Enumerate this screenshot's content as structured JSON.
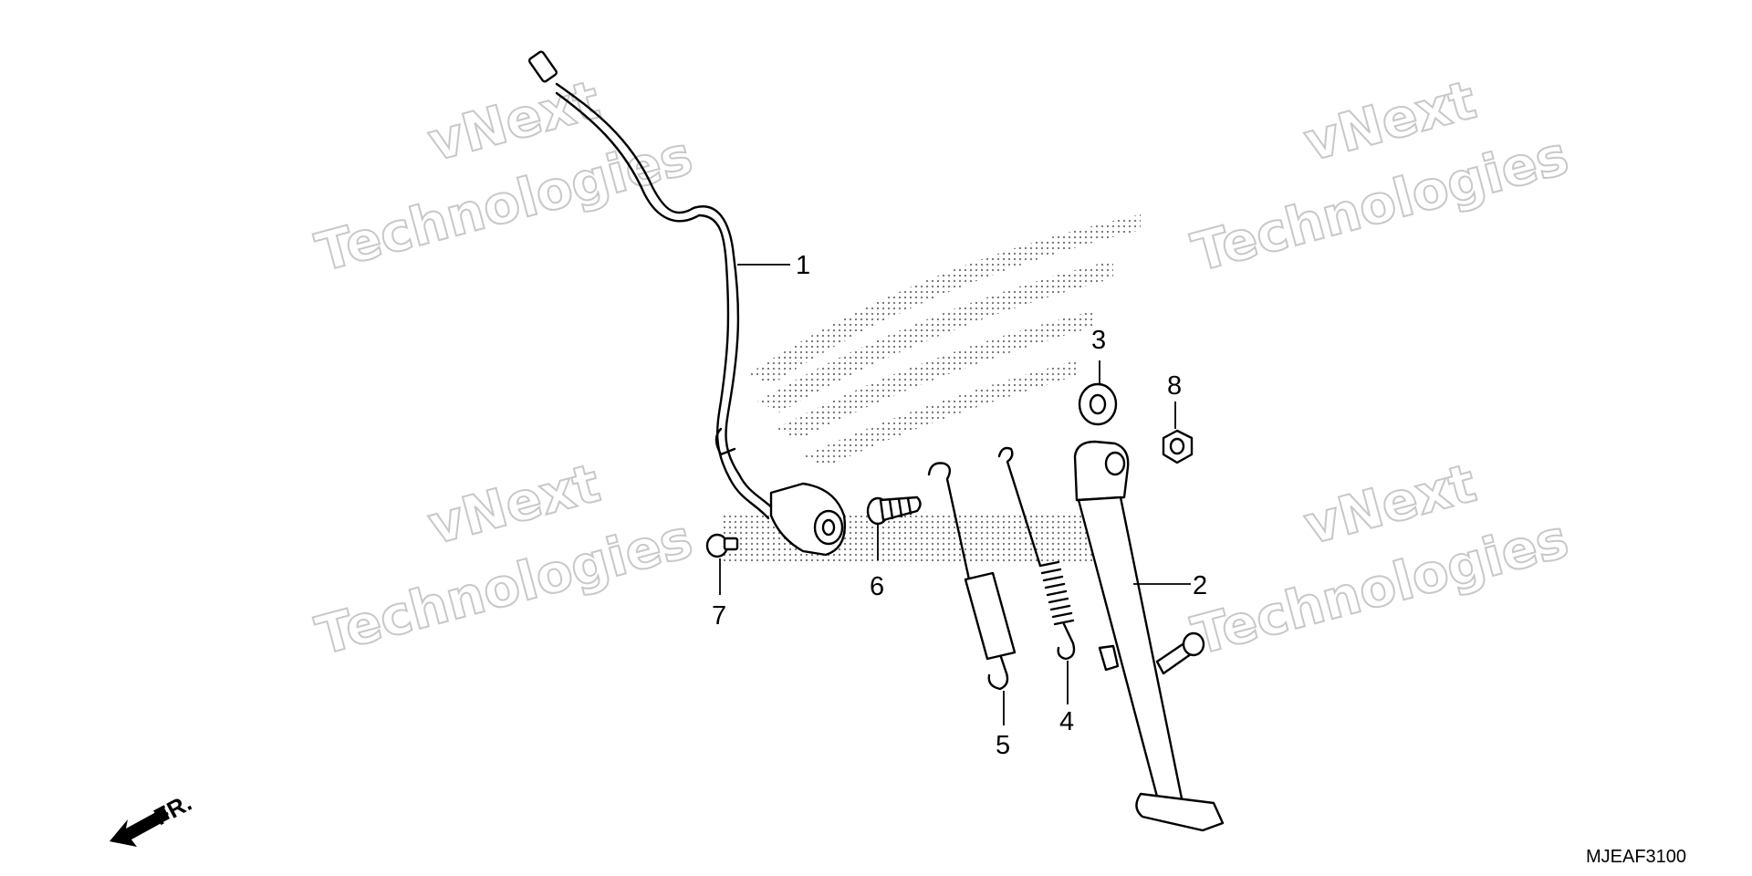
{
  "watermark": {
    "line1": "vNext",
    "line2": "Technologies"
  },
  "callouts": {
    "c1": "1",
    "c2": "2",
    "c3": "3",
    "c4": "4",
    "c5": "5",
    "c6": "6",
    "c7": "7",
    "c8": "8"
  },
  "direction": {
    "label": "FR."
  },
  "diagram_code": "MJEAF3100"
}
